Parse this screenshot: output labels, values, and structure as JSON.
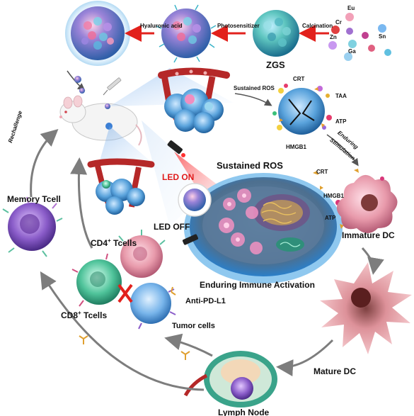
{
  "labels": {
    "hyaluronic_acid": "Hyaluronic acid",
    "photosensitizer": "Photosensitizer",
    "calcination": "Calcination",
    "zgs": "ZGS",
    "sustained_ros_small": "Sustained ROS",
    "crt_top": "CRT",
    "taa": "TAA",
    "atp_top": "ATP",
    "hmgb1_top": "HMGB1",
    "enduring": "Enduring",
    "stimulation": "Stimulation",
    "rechallenge": "Rechallenge",
    "led_on": "LED ON",
    "sustained_ros_big": "Sustained ROS",
    "crt_mid": "CRT",
    "hmgb1_mid": "HMGB1",
    "atp_mid": "ATP",
    "memory_tcell": "Memory Tcell",
    "led_off": "LED OFF",
    "immature_dc": "Immature DC",
    "cd4_tcells": "CD4",
    "cd4_sup": "+",
    "cd4_suffix": " Tcells",
    "enduring_immune_activation": "Enduring Immune Activation",
    "cd8_tcells": "CD8",
    "cd8_sup": "+",
    "cd8_suffix": " Tcells",
    "anti_pd_l1": "Anti-PD-L1",
    "tumor_cells": "Tumor cells",
    "mature_dc": "Mature DC",
    "lymph_node": "Lymph Node"
  },
  "elements": [
    "Eu",
    "Cr",
    "Zn",
    "Sn",
    "Ga"
  ],
  "colors": {
    "red_arrow": "#e2211c",
    "grey_arrow": "#7d7d7d",
    "cell_blue": "#4aa3e0",
    "led_red": "#e01b1b",
    "dc_pink": "#e8a0a8"
  }
}
